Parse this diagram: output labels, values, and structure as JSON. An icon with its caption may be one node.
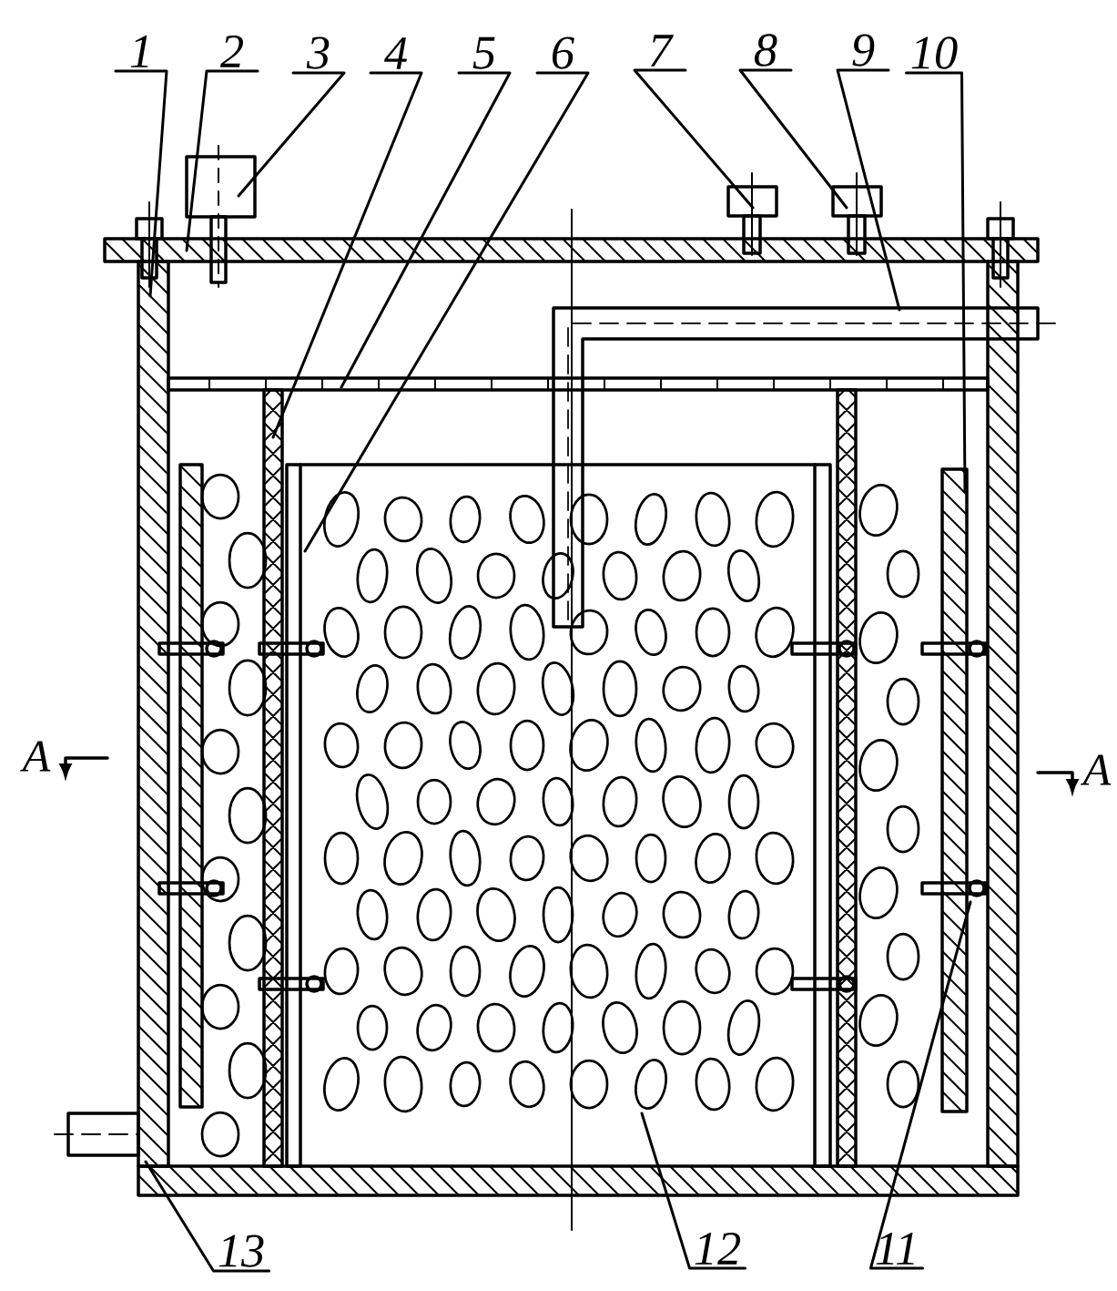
{
  "diagram": {
    "nodes": [
      {
        "text": [
          "1"
        ]
      },
      {
        "text": [
          "2"
        ]
      },
      {
        "text": [
          "3"
        ]
      },
      {
        "text": [
          "4"
        ]
      },
      {
        "text": [
          "5"
        ]
      },
      {
        "text": [
          "6"
        ]
      },
      {
        "text": [
          "7"
        ]
      },
      {
        "text": [
          "8"
        ]
      },
      {
        "text": [
          "9"
        ]
      },
      {
        "text": [
          "10"
        ]
      },
      {
        "text": [
          "13"
        ]
      },
      {
        "text": [
          "12"
        ]
      },
      {
        "text": [
          "11"
        ]
      }
    ],
    "edges": [
      {
        "from": 0,
        "to": null,
        "arrow": "none"
      },
      {
        "from": 1,
        "to": null,
        "arrow": "none"
      },
      {
        "from": 2,
        "to": null,
        "arrow": "none"
      },
      {
        "from": 3,
        "to": null,
        "arrow": "none"
      },
      {
        "from": 4,
        "to": null,
        "arrow": "none"
      },
      {
        "from": 5,
        "to": null,
        "arrow": "none"
      },
      {
        "from": 6,
        "to": null,
        "arrow": "none"
      },
      {
        "from": 7,
        "to": null,
        "arrow": "none"
      },
      {
        "from": 8,
        "to": null,
        "arrow": "none"
      },
      {
        "from": 9,
        "to": null,
        "arrow": "none"
      },
      {
        "from": 10,
        "to": null,
        "arrow": "none"
      },
      {
        "from": 11,
        "to": null,
        "arrow": "none"
      },
      {
        "from": 12,
        "to": null,
        "arrow": "none"
      }
    ],
    "labels": [
      "A",
      "A"
    ]
  }
}
